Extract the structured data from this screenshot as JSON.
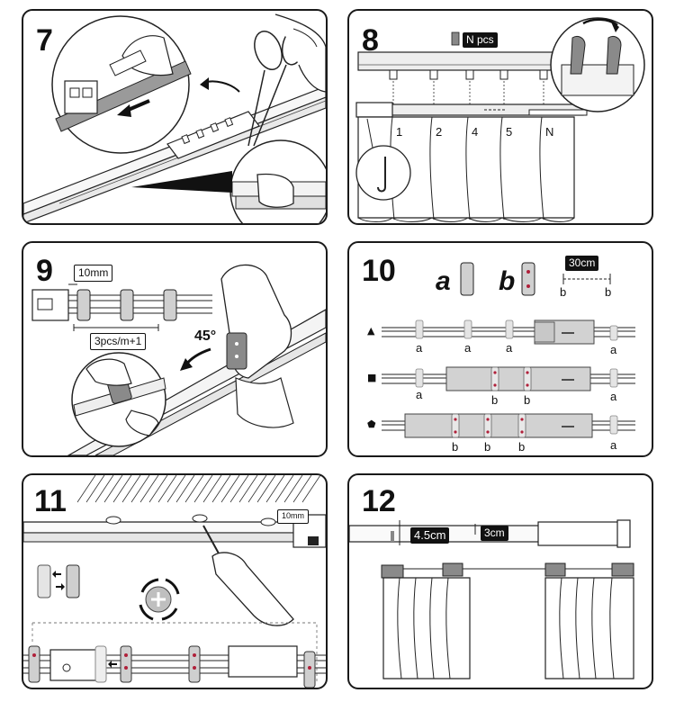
{
  "steps": {
    "s7": {
      "number": "7"
    },
    "s8": {
      "number": "8",
      "tag": "N pcs",
      "hooks": [
        "1",
        "2",
        "4",
        "5",
        "N"
      ]
    },
    "s9": {
      "number": "9",
      "gap": "10mm",
      "spacing": "3pcs/m+1",
      "angle": "45°"
    },
    "s10": {
      "number": "10",
      "type_a": "a",
      "type_b": "b",
      "distance": "30cm",
      "distance_ends": [
        "b",
        "b"
      ],
      "rows": [
        {
          "symbol": "▲",
          "labels": [
            "a",
            "a",
            "a",
            "a"
          ]
        },
        {
          "symbol": "■",
          "labels": [
            "a",
            "b",
            "b",
            "a"
          ]
        },
        {
          "symbol": "⬟",
          "labels": [
            "b",
            "b",
            "b",
            "a"
          ]
        }
      ]
    },
    "s11": {
      "number": "11",
      "gap": "10mm"
    },
    "s12": {
      "number": "12",
      "height1": "4.5cm",
      "height2": "3cm"
    }
  }
}
